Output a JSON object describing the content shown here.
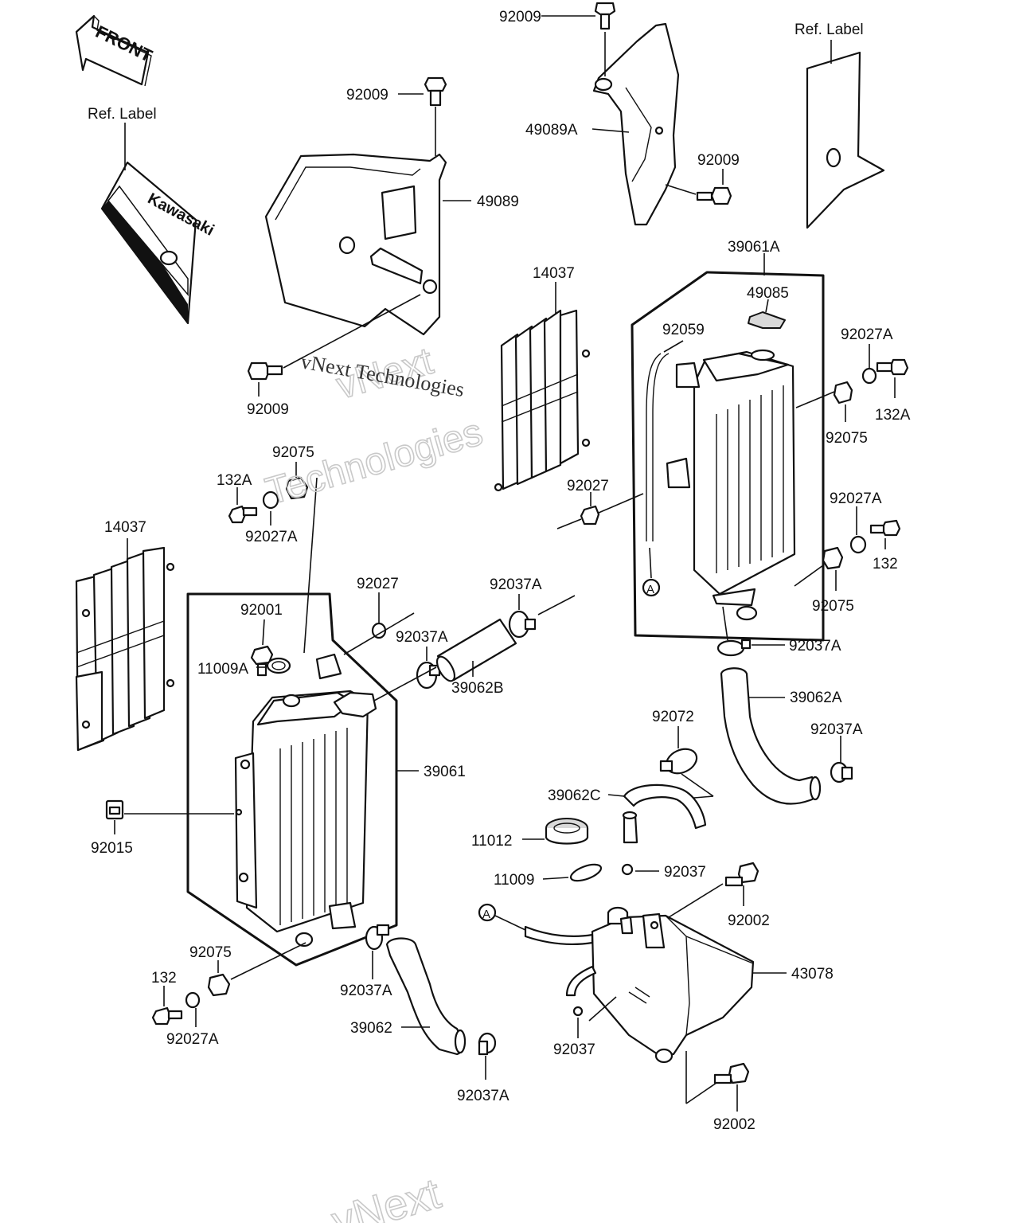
{
  "diagram": {
    "front_label": "FRONT",
    "brand_label": "Kawasaki",
    "ref_label": "Ref. Label",
    "circle_marker": "A",
    "watermark": {
      "line1": "vNext Technologies",
      "line2": "vNext",
      "line3": "Technologies"
    },
    "labels": {
      "l92009_a": "92009",
      "l92009_b": "92009",
      "l92009_c": "92009",
      "l92009_d": "92009",
      "l49089a": "49089A",
      "l49089": "49089",
      "l39061a": "39061A",
      "l49085": "49085",
      "l92059": "92059",
      "l92027a_1": "92027A",
      "l132a_1": "132A",
      "l92075_1": "92075",
      "l14037_1": "14037",
      "l92027_1": "92027",
      "l92027a_2": "92027A",
      "l132_1": "132",
      "l92075_2": "92075",
      "l92075_3": "92075",
      "l132a_2": "132A",
      "l92027a_3": "92027A",
      "l14037_2": "14037",
      "l92027_2": "92027",
      "l92037a_1": "92037A",
      "l92001": "92001",
      "l92037a_2": "92037A",
      "l11009a": "11009A",
      "l39062b": "39062B",
      "l92037a_3": "92037A",
      "l39062a": "39062A",
      "l92072": "92072",
      "l92037a_4": "92037A",
      "l39061": "39061",
      "l39062c": "39062C",
      "l92015": "92015",
      "l11012": "11012",
      "l11009": "11009",
      "l92037_1": "92037",
      "l92002_1": "92002",
      "l43078": "43078",
      "l92075_4": "92075",
      "l132_2": "132",
      "l92027a_4": "92027A",
      "l92037a_5": "92037A",
      "l39062": "39062",
      "l92037_2": "92037",
      "l92037a_6": "92037A",
      "l92002_2": "92002"
    }
  }
}
